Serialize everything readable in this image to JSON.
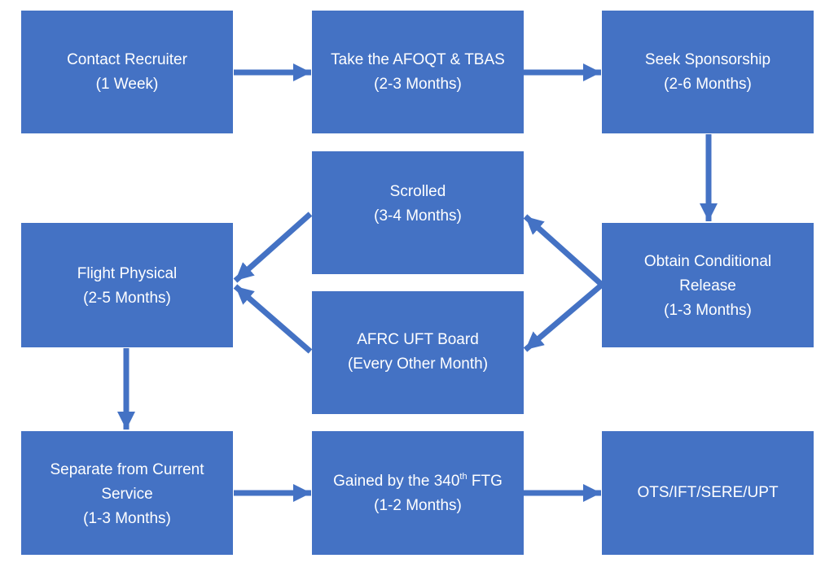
{
  "colors": {
    "box_fill": "#4472c4",
    "text": "#ffffff",
    "arrow": "#4472c4",
    "background": "#ffffff"
  },
  "nodes": {
    "contact_recruiter": {
      "line1": "Contact Recruiter",
      "line2": "(1 Week)"
    },
    "take_afoqt": {
      "line1": "Take the AFOQT & TBAS",
      "line2": "(2-3 Months)"
    },
    "seek_sponsorship": {
      "line1": "Seek Sponsorship",
      "line2": "(2-6 Months)"
    },
    "scrolled": {
      "line1": "Scrolled",
      "line2": "(3-4 Months)"
    },
    "flight_physical": {
      "line1": "Flight Physical",
      "line2": "(2-5 Months)"
    },
    "obtain_release": {
      "line1": "Obtain Conditional",
      "line2": "Release",
      "line3": "(1-3 Months)"
    },
    "afrc_board": {
      "line1": "AFRC UFT Board",
      "line2": "(Every Other Month)"
    },
    "separate_service": {
      "line1": "Separate from Current",
      "line2": "Service",
      "line3": "(1-3 Months)"
    },
    "gained_ftg": {
      "line1_pre": "Gained by the 340",
      "line1_sup": "th",
      "line1_post": " FTG",
      "line2": "(1-2 Months)"
    },
    "ots": {
      "line1": "OTS/IFT/SERE/UPT"
    }
  },
  "edges": [
    {
      "from": "contact_recruiter",
      "to": "take_afoqt"
    },
    {
      "from": "take_afoqt",
      "to": "seek_sponsorship"
    },
    {
      "from": "seek_sponsorship",
      "to": "obtain_release"
    },
    {
      "from": "obtain_release",
      "to": "scrolled"
    },
    {
      "from": "obtain_release",
      "to": "afrc_board"
    },
    {
      "from": "scrolled",
      "to": "flight_physical"
    },
    {
      "from": "afrc_board",
      "to": "flight_physical"
    },
    {
      "from": "flight_physical",
      "to": "separate_service"
    },
    {
      "from": "separate_service",
      "to": "gained_ftg"
    },
    {
      "from": "gained_ftg",
      "to": "ots"
    }
  ]
}
